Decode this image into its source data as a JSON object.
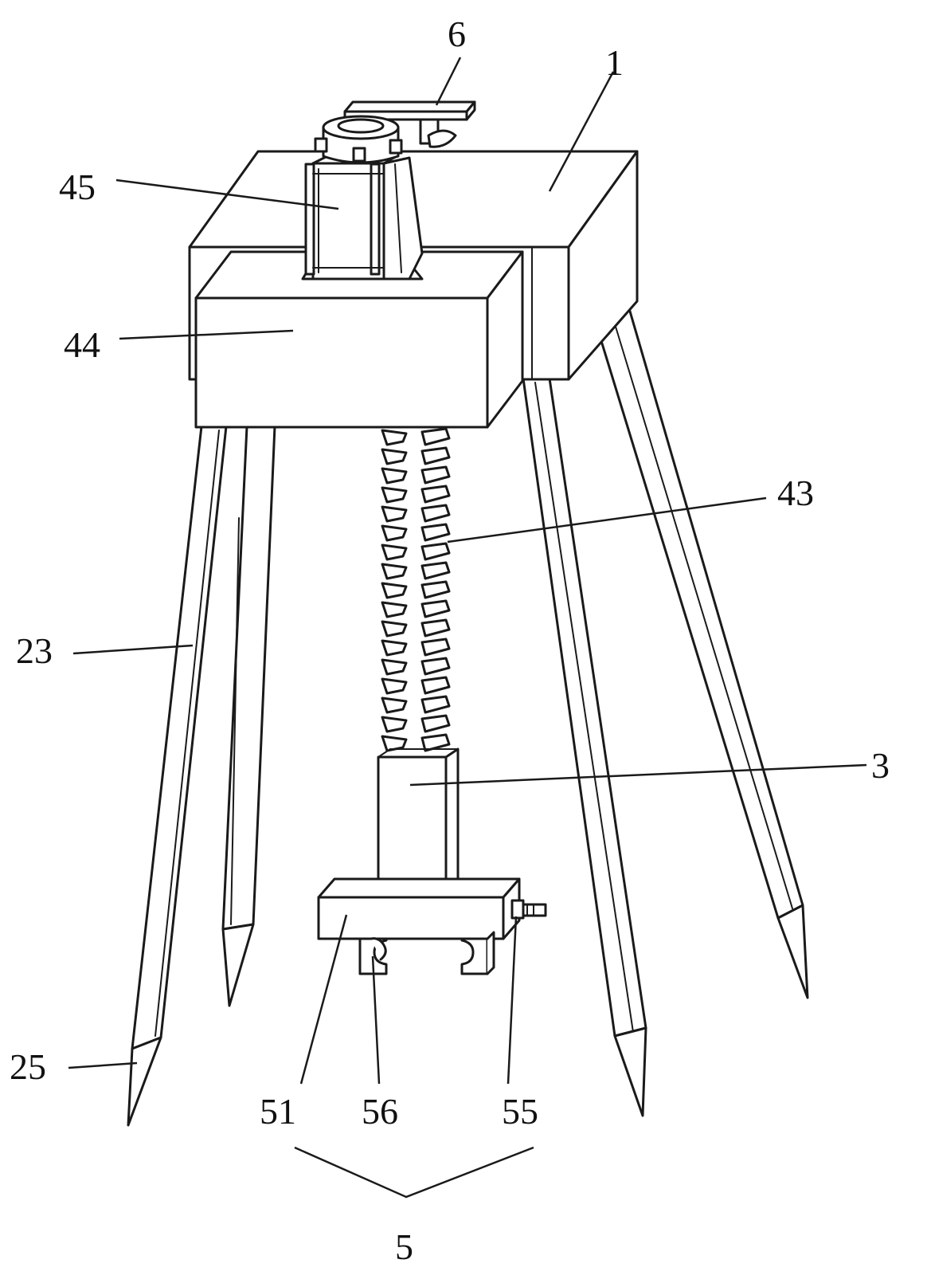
{
  "labels": {
    "part_6": "6",
    "part_1": "1",
    "part_45": "45",
    "part_44": "44",
    "part_43": "43",
    "part_23": "23",
    "part_3": "3",
    "part_25": "25",
    "part_51": "51",
    "part_56": "56",
    "part_55": "55",
    "part_5": "5"
  }
}
